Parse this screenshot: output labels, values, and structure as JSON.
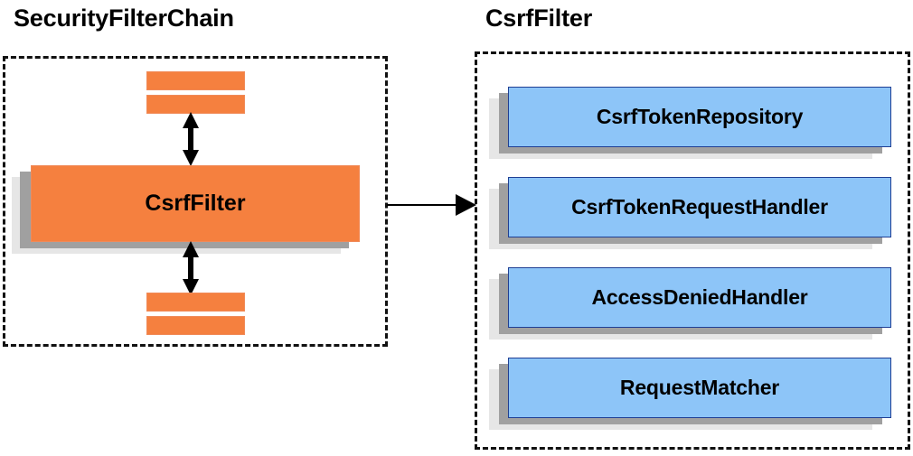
{
  "diagram": {
    "type": "component-relationship-diagram",
    "colors": {
      "orange_fill": "#f5803f",
      "blue_fill": "#8dc5f8",
      "blue_border": "#1f3f94",
      "shadow_near": "#a0a0a0",
      "shadow_far": "#e6e6e6",
      "panel_border": "#111111",
      "arrow": "#000000"
    }
  },
  "left_panel": {
    "title": "SecurityFilterChain",
    "main_node": {
      "label": "CsrfFilter"
    },
    "filter_bars": [
      {
        "label": ""
      },
      {
        "label": ""
      },
      {
        "label": ""
      },
      {
        "label": ""
      }
    ],
    "arrows": [
      {
        "name": "bidirectional-arrow-top",
        "direction": "both"
      },
      {
        "name": "bidirectional-arrow-bottom",
        "direction": "both"
      }
    ]
  },
  "connector": {
    "name": "csrffilter-to-detail-arrow",
    "direction": "right"
  },
  "right_panel": {
    "title": "CsrfFilter",
    "collaborators": [
      {
        "label": "CsrfTokenRepository"
      },
      {
        "label": "CsrfTokenRequestHandler"
      },
      {
        "label": "AccessDeniedHandler"
      },
      {
        "label": "RequestMatcher"
      }
    ]
  }
}
